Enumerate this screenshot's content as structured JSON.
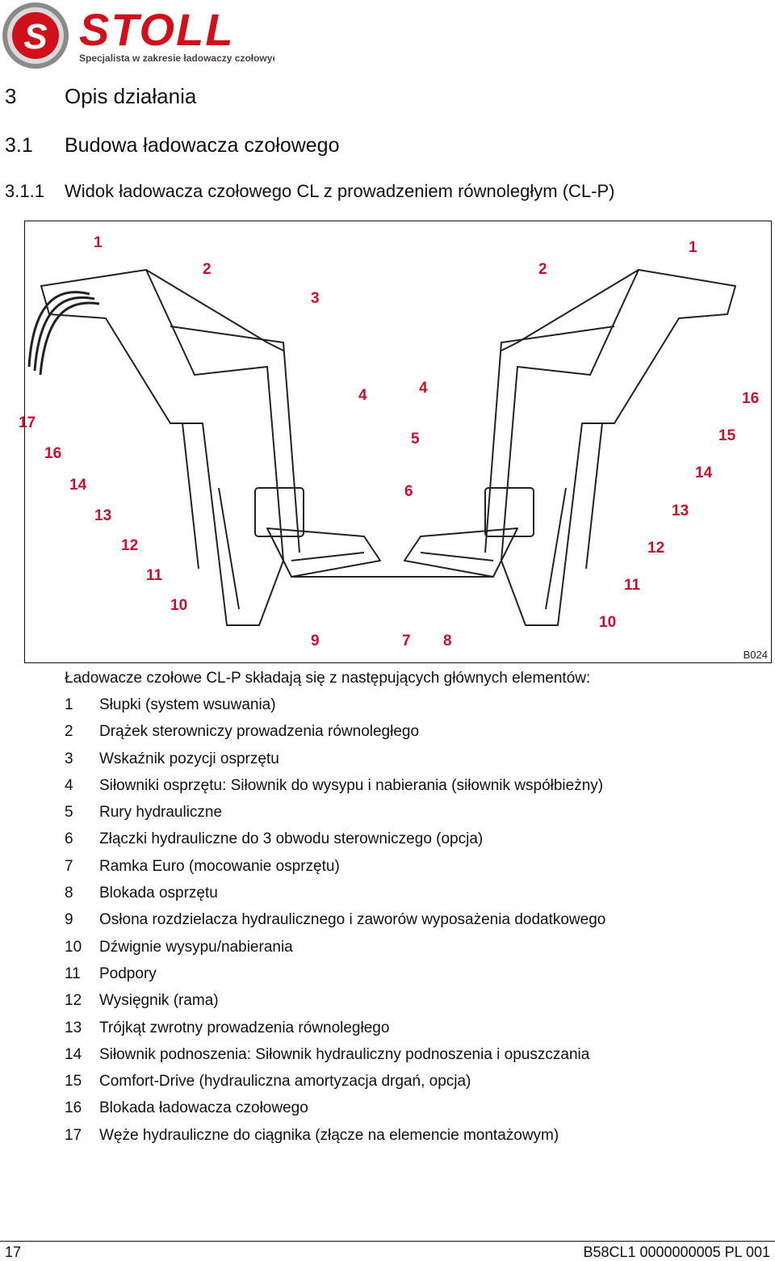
{
  "logo": {
    "brand": "STOLL",
    "tagline": "Specjalista w zakresie ładowaczy czołowych.",
    "letter": "S"
  },
  "headings": [
    {
      "number": "3",
      "title": "Opis działania"
    },
    {
      "number": "3.1",
      "title": "Budowa ładowacza czołowego"
    },
    {
      "number": "3.1.1",
      "title": "Widok ładowacza czołowego CL z prowadzeniem równoległym (CL-P)"
    }
  ],
  "figure": {
    "code": "B024",
    "callouts": [
      "1",
      "1",
      "2",
      "2",
      "3",
      "4",
      "4",
      "5",
      "6",
      "7",
      "8",
      "9",
      "10",
      "10",
      "11",
      "11",
      "12",
      "12",
      "13",
      "13",
      "14",
      "14",
      "15",
      "16",
      "16",
      "17"
    ]
  },
  "intro": "Ładowacze czołowe CL-P składają się z następujących głównych elementów:",
  "legend": [
    {
      "num": "1",
      "text": "Słupki (system wsuwania)"
    },
    {
      "num": "2",
      "text": "Drążek sterowniczy prowadzenia równoległego"
    },
    {
      "num": "3",
      "text": "Wskaźnik pozycji osprzętu"
    },
    {
      "num": "4",
      "text": "Siłowniki osprzętu: Siłownik do wysypu i nabierania (siłownik współbieżny)"
    },
    {
      "num": "5",
      "text": "Rury hydrauliczne"
    },
    {
      "num": "6",
      "text": "Złączki hydrauliczne do 3 obwodu sterowniczego (opcja)"
    },
    {
      "num": "7",
      "text": "Ramka Euro (mocowanie osprzętu)"
    },
    {
      "num": "8",
      "text": "Blokada osprzętu"
    },
    {
      "num": "9",
      "text": "Osłona rozdzielacza hydraulicznego i zaworów wyposażenia dodatkowego"
    },
    {
      "num": "10",
      "text": "Dźwignie wysypu/nabierania"
    },
    {
      "num": "11",
      "text": "Podpory"
    },
    {
      "num": "12",
      "text": "Wysięgnik (rama)"
    },
    {
      "num": "13",
      "text": "Trójkąt zwrotny prowadzenia równoległego"
    },
    {
      "num": "14",
      "text": "Siłownik podnoszenia: Siłownik hydrauliczny podnoszenia i opuszczania"
    },
    {
      "num": "15",
      "text": "Comfort-Drive (hydrauliczna amortyzacja drgań, opcja)"
    },
    {
      "num": "16",
      "text": "Blokada ładowacza czołowego"
    },
    {
      "num": "17",
      "text": "Węże hydrauliczne do ciągnika (złącze na elemencie montażowym)"
    }
  ],
  "footer": {
    "page": "17",
    "code": "B58CL1 0000000005 PL 001"
  },
  "colors": {
    "callout": "#c8102e",
    "brand_red": "#d0111b",
    "text": "#111111"
  }
}
